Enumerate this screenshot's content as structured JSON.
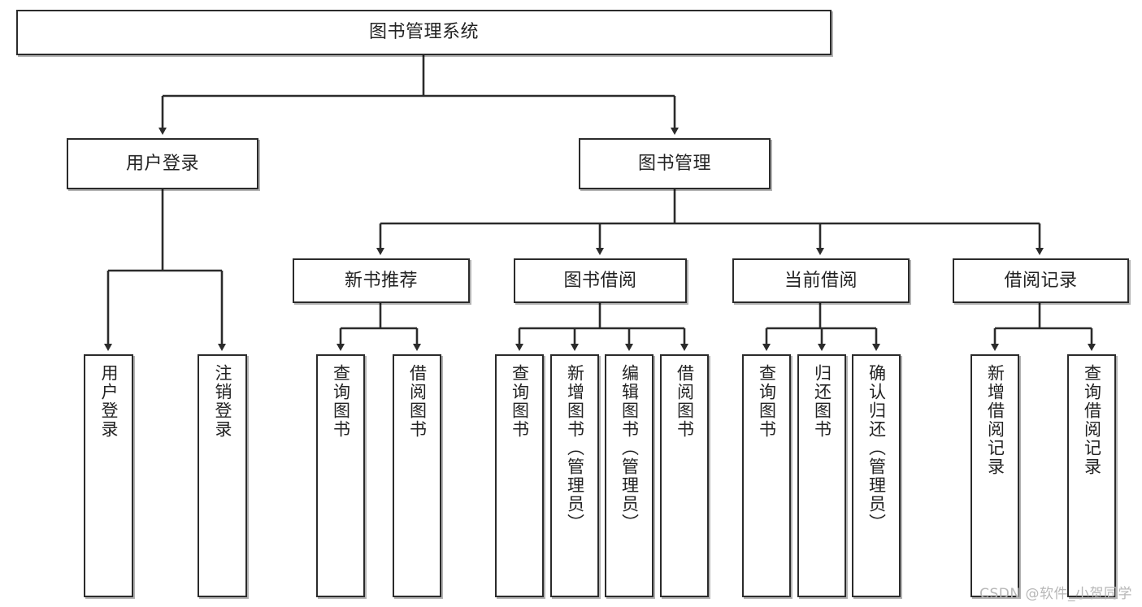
{
  "diagram": {
    "type": "tree-hierarchy-chart",
    "title": "图书管理系统",
    "colors": {
      "box_border": "#2b2b2b",
      "box_fill": "#ffffff",
      "connector": "#2b2b2b",
      "background": "#ffffff",
      "watermark": "#b7b7b7"
    },
    "nodes": {
      "root": {
        "label": "图书管理系统"
      },
      "level1": [
        {
          "id": "user-login",
          "label": "用户登录"
        },
        {
          "id": "book-management",
          "label": "图书管理"
        }
      ],
      "level2": [
        {
          "id": "new-book-recommend",
          "label": "新书推荐"
        },
        {
          "id": "book-borrow",
          "label": "图书借阅"
        },
        {
          "id": "current-borrow",
          "label": "当前借阅"
        },
        {
          "id": "borrow-record",
          "label": "借阅记录"
        }
      ],
      "leaves": {
        "user-login": [
          {
            "id": "leaf-user-login",
            "label": "用户登录"
          },
          {
            "id": "leaf-logout-login",
            "label": "注销登录"
          }
        ],
        "new-book-recommend": [
          {
            "id": "leaf-query-book-1",
            "label": "查询图书"
          },
          {
            "id": "leaf-borrow-book-1",
            "label": "借阅图书"
          }
        ],
        "book-borrow": [
          {
            "id": "leaf-query-book-2",
            "label": "查询图书"
          },
          {
            "id": "leaf-add-book",
            "label": "新增图书（管理员）"
          },
          {
            "id": "leaf-edit-book",
            "label": "编辑图书（管理员）"
          },
          {
            "id": "leaf-borrow-book-2",
            "label": "借阅图书"
          }
        ],
        "current-borrow": [
          {
            "id": "leaf-query-book-3",
            "label": "查询图书"
          },
          {
            "id": "leaf-return-book",
            "label": "归还图书"
          },
          {
            "id": "leaf-confirm-return",
            "label": "确认归还（管理员）"
          }
        ],
        "borrow-record": [
          {
            "id": "leaf-add-record",
            "label": "新增借阅记录"
          },
          {
            "id": "leaf-query-record",
            "label": "查询借阅记录"
          }
        ]
      }
    },
    "watermark": "CSDN @软件_小贺同学"
  }
}
